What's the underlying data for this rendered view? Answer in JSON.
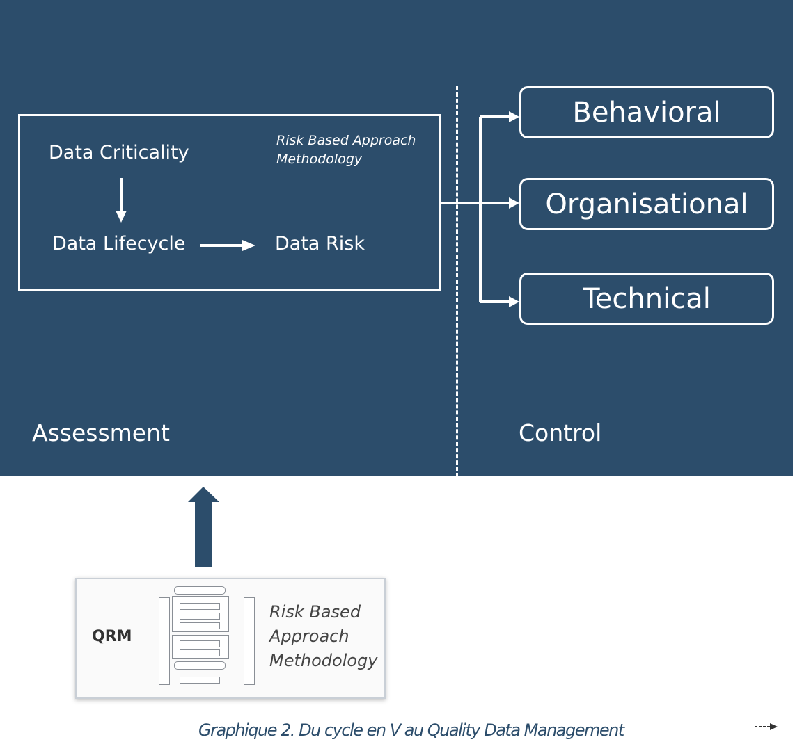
{
  "assessment": {
    "data_criticality": "Data Criticality",
    "data_lifecycle": "Data Lifecycle",
    "data_risk": "Data Risk",
    "rba_line1": "Risk Based Approach",
    "rba_line2": "Methodology",
    "section_label": "Assessment"
  },
  "control": {
    "section_label": "Control",
    "boxes": [
      "Behavioral",
      "Organisational",
      "Technical"
    ]
  },
  "qrm": {
    "label": "QRM",
    "rba_line1": "Risk Based",
    "rba_line2": "Approach",
    "rba_line3": "Methodology"
  },
  "caption": "Graphique 2. Du cycle en V au Quality Data Management",
  "colors": {
    "panel": "#2c4d6b",
    "text": "#ffffff",
    "arrow": "#2c4d6b"
  }
}
